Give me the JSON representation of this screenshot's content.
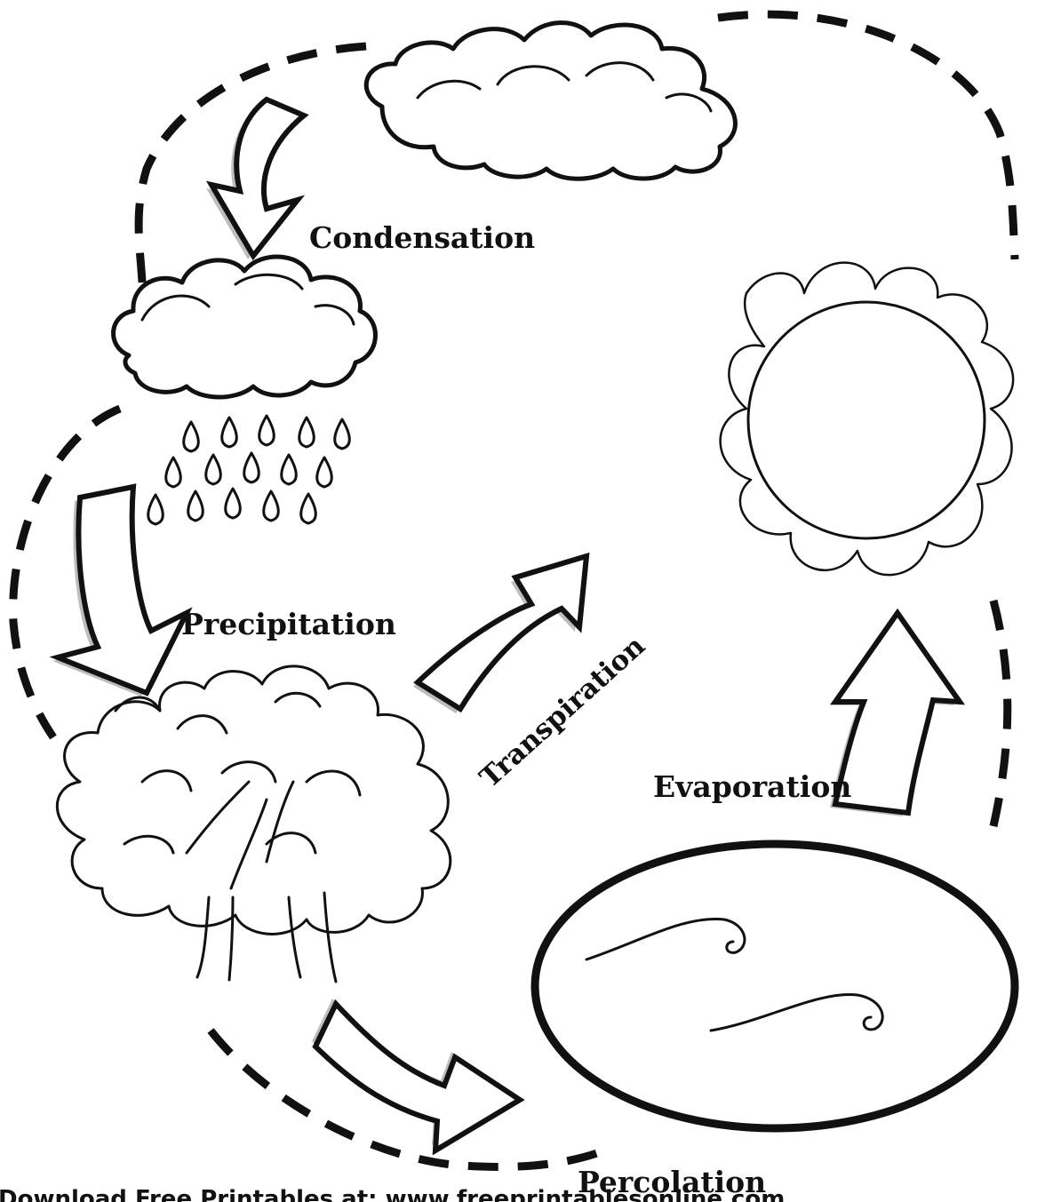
{
  "diagram": {
    "labels": {
      "condensation": "Condensation",
      "precipitation": "Precipitation",
      "transpiration": "Transpiration",
      "evaporation": "Evaporation",
      "percolation": "Percolation"
    },
    "footer": "Download Free Printables at: www.freeprintablesonline.com"
  }
}
